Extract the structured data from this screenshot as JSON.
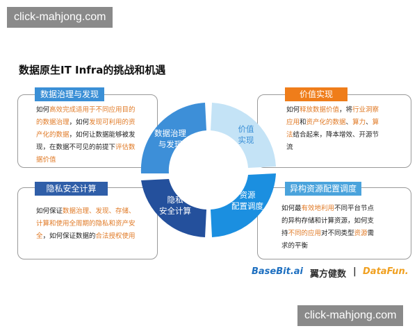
{
  "watermark": "click-mahjong.com",
  "title": "数据原生IT Infra的挑战和机遇",
  "ring": {
    "seg1": [
      "数据治理",
      "与发现"
    ],
    "seg2": [
      "价值",
      "实现"
    ],
    "seg3": [
      "资源",
      "配置调度"
    ],
    "seg4": [
      "隐私",
      "安全计算"
    ]
  },
  "cards": [
    {
      "title": "数据治理与发现",
      "color": "#3a8fd6",
      "text": [
        {
          "t": "如何"
        },
        {
          "t": "高效完成适用于不同应用目的的数据治理",
          "hl": true
        },
        {
          "t": "，如何"
        },
        {
          "t": "发现可利用的资产化的数据",
          "hl": true
        },
        {
          "t": "，如何让数据能够被发现，在数据不可见的前提下"
        },
        {
          "t": "评估数据价值",
          "hl": true
        }
      ]
    },
    {
      "title": "价值实现",
      "color": "#ef7d1a",
      "text": [
        {
          "t": "如何"
        },
        {
          "t": "释放数据价值",
          "hl": true
        },
        {
          "t": "，将"
        },
        {
          "t": "行业洞察应用",
          "hl": true
        },
        {
          "t": "和"
        },
        {
          "t": "资产化的数据",
          "hl": true
        },
        {
          "t": "、"
        },
        {
          "t": "算力",
          "hl": true
        },
        {
          "t": "、"
        },
        {
          "t": "算法",
          "hl": true
        },
        {
          "t": "结合起来，降本增效、开源节流"
        }
      ]
    },
    {
      "title": "隐私安全计算",
      "color": "#2f5ea8",
      "text": [
        {
          "t": "如何保证"
        },
        {
          "t": "数据治理、发现、存储、计算和使用全周期的隐私和资产安全",
          "hl": true
        },
        {
          "t": "，如何保证数据的"
        },
        {
          "t": "合法授权使用",
          "hl": true
        }
      ]
    },
    {
      "title": "异构资源配置调度",
      "color": "#4aa3dc",
      "text": [
        {
          "t": "如何最"
        },
        {
          "t": "有效地利用",
          "hl": true
        },
        {
          "t": "不同平台节点的异构存储和计算资源，如何支持"
        },
        {
          "t": "不同的应用",
          "hl": true
        },
        {
          "t": "对不同类型"
        },
        {
          "t": "资源",
          "hl": true
        },
        {
          "t": "需求的平衡"
        }
      ]
    }
  ],
  "logos": {
    "basebit": "BaseBit.ai",
    "cn": "翼方健数",
    "sep": "|",
    "datafun": "DataFun."
  },
  "colors": {
    "seg1": "#3d8fd8",
    "seg2": "#c4e3f6",
    "seg3": "#1b8fe0",
    "seg4": "#24509c",
    "highlight": "#e07a26"
  }
}
